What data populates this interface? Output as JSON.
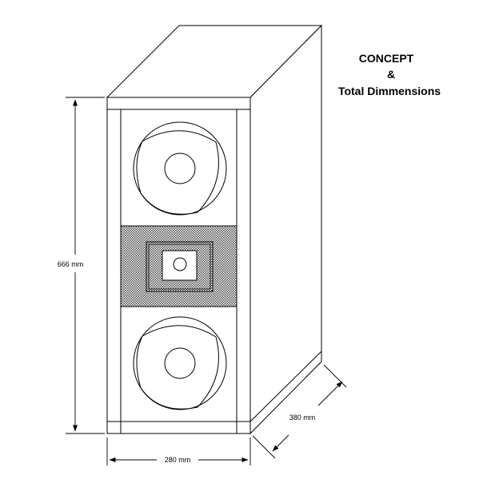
{
  "title": {
    "line1": "CONCEPT",
    "line2": "&",
    "line3": "Total Dimmensions"
  },
  "dimensions": {
    "height": "666 mm",
    "width": "280 mm",
    "depth": "380 mm"
  },
  "colors": {
    "line": "#000000",
    "background": "#ffffff",
    "grille": "#a0a0a0"
  }
}
